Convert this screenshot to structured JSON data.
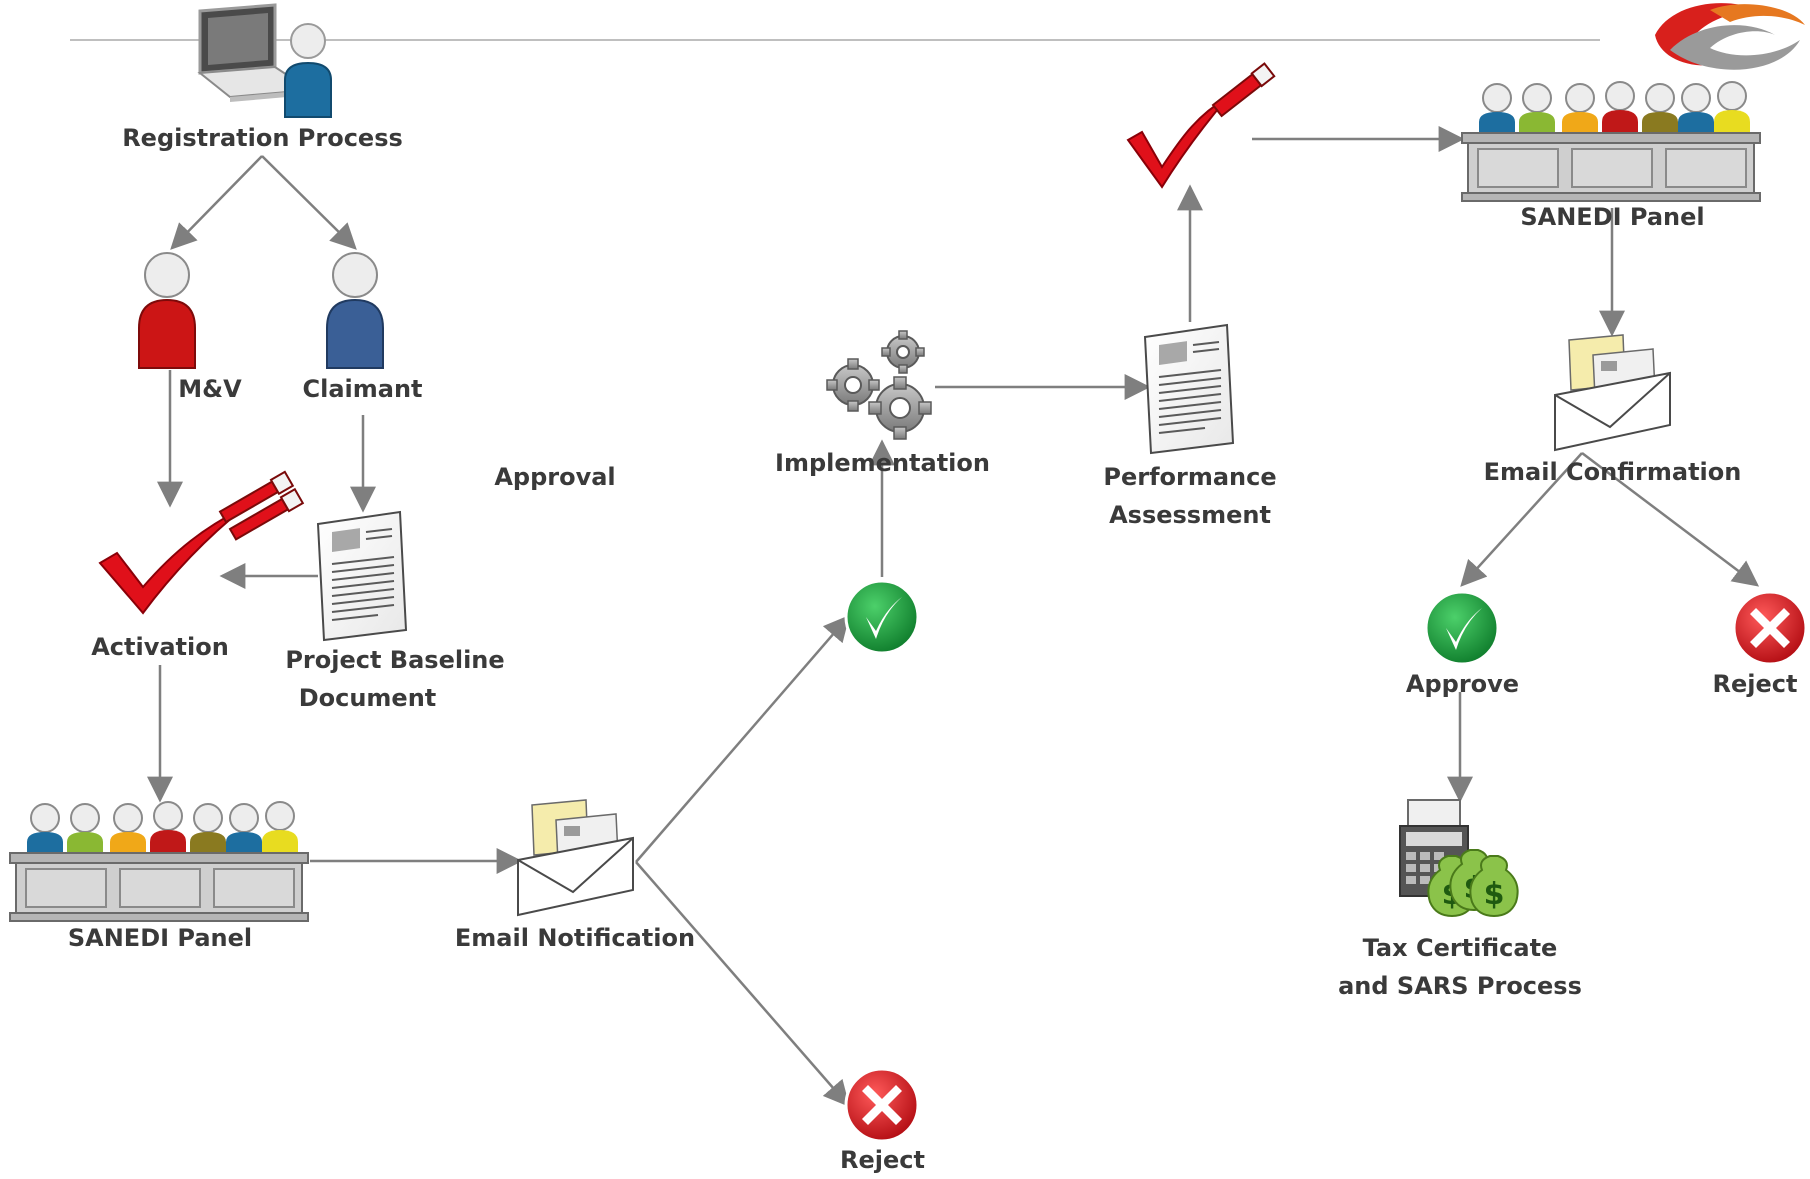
{
  "labels": {
    "registration": "Registration Process",
    "mv": "M&V",
    "claimant": "Claimant",
    "approval": "Approval",
    "activation": "Activation",
    "baseline_l1": "Project Baseline",
    "baseline_l2": "Document",
    "panel_left": "SANEDI Panel",
    "email_notification": "Email Notification",
    "reject_bottom": "Reject",
    "implementation": "Implementation",
    "performance_l1": "Performance",
    "performance_l2": "Assessment",
    "panel_right": "SANEDI Panel",
    "email_confirmation": "Email Confirmation",
    "approve": "Approve",
    "reject_right": "Reject",
    "tax_l1": "Tax Certificate",
    "tax_l2": "and SARS Process"
  },
  "colors": {
    "arrow": "#7f7f7f",
    "label": "#3a3a3a",
    "approve_green": "#1a9a3c",
    "reject_red": "#d81e22",
    "check_red": "#e0101a"
  },
  "icons": {
    "registration": "person-with-laptop-icon",
    "mv": "red-person-icon",
    "claimant": "blue-person-icon",
    "activation": "red-checkmark-pen-icon",
    "document": "document-icon",
    "panel": "panel-of-people-icon",
    "email": "envelope-with-letters-icon",
    "approve": "green-check-circle-icon",
    "reject": "red-x-circle-icon",
    "implementation": "gears-icon",
    "tax": "calculator-money-bags-icon"
  }
}
